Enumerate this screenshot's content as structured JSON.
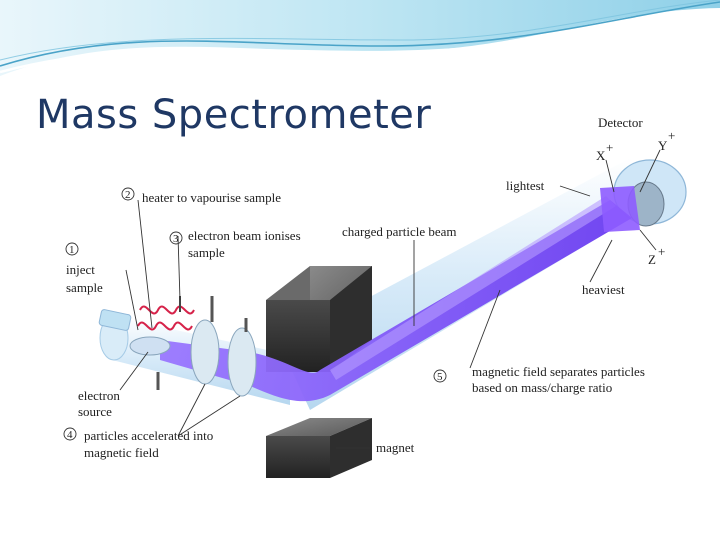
{
  "slide": {
    "title": "Mass Spectrometer"
  },
  "diagram": {
    "labels": {
      "detector": "Detector",
      "x_plus": "X",
      "y_plus": "Y",
      "z_plus": "Z",
      "plus": "+",
      "lightest": "lightest",
      "heaviest": "heaviest",
      "charged_beam": "charged particle beam",
      "heater": "heater to vapourise sample",
      "electron_beam_1": "electron beam ionises",
      "electron_beam_2": "sample",
      "inject_1": "inject",
      "inject_2": "sample",
      "electron_source_1": "electron",
      "electron_source_2": "source",
      "accelerated_1": "particles accelerated into",
      "accelerated_2": "magnetic field",
      "separates_1": "magnetic field separates particles",
      "separates_2": "based on mass/charge ratio",
      "magnet": "magnet"
    },
    "steps": {
      "s1": "1",
      "s2": "2",
      "s3": "3",
      "s4": "4",
      "s5": "5"
    },
    "colors": {
      "title": "#1f3864",
      "beam": "#7a4dff",
      "tube": "#cfe6f7",
      "magnet": "#3a3a3a",
      "coil": "#d6234a",
      "wave_accent": "#4aa3c8"
    }
  }
}
